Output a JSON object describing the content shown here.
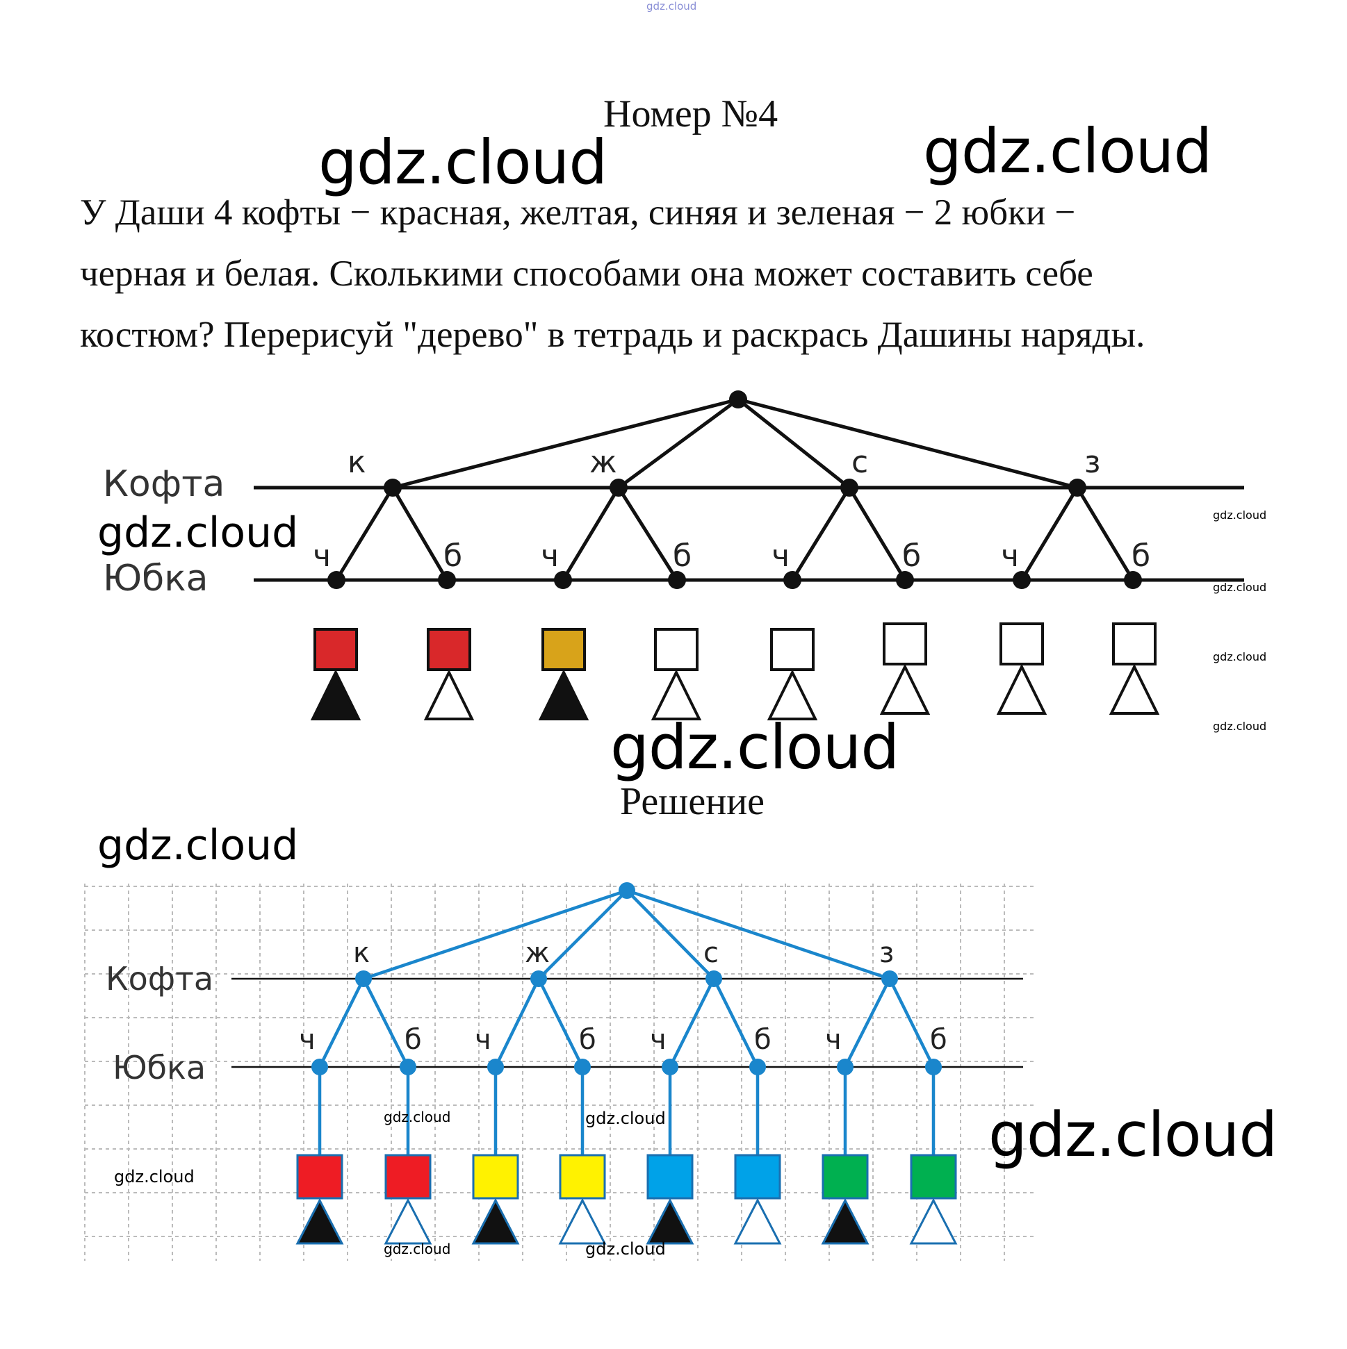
{
  "watermark_top": "gdz.cloud",
  "title": "Номер №4",
  "problem_lines": [
    "У Даши 4 кофты − красная, желтая, синяя и зеленая − 2 юбки −",
    "черная и белая. Сколькими способами она может составить себе",
    "костюм? Перерисуй \"дерево\" в тетрадь и раскрась Дашины наряды."
  ],
  "solution_label": "Решение",
  "watermark": "gdz.cloud",
  "tree": {
    "row1_label": "Кофта",
    "row2_label": "Юбка",
    "blouses": [
      "к",
      "ж",
      "с",
      "з"
    ],
    "skirts": [
      "ч",
      "б"
    ]
  },
  "colors": {
    "red": "#ee1c24",
    "yellow": "#fff200",
    "blue": "#00a2e8",
    "green": "#00b050",
    "line_blue": "#1a86cc",
    "task_red": "#d9282a",
    "task_yellow": "#d8a31a"
  }
}
